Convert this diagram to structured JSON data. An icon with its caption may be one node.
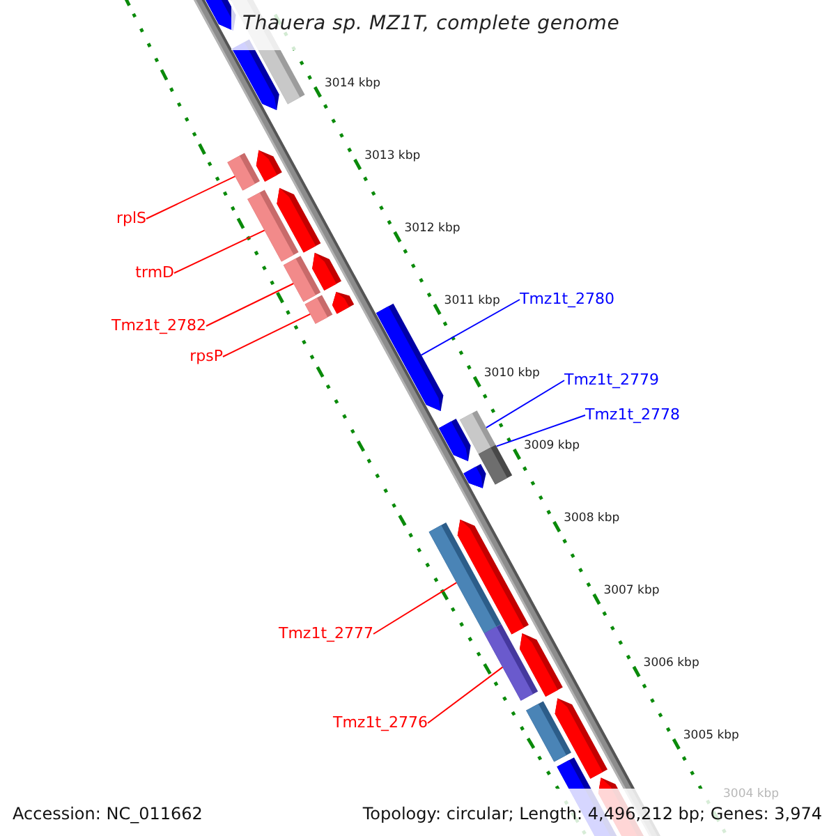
{
  "diagram": {
    "title": "Thauera sp. MZ1T, complete genome",
    "nodes": [
      {
        "text": [
          "rplS"
        ]
      },
      {
        "text": [
          "trmD"
        ]
      },
      {
        "text": [
          "Tmz1t_2780"
        ]
      },
      {
        "text": [
          "Tmz1t_2782"
        ]
      },
      {
        "text": [
          "rpsP"
        ]
      },
      {
        "text": [
          "Tmz1t_2779"
        ]
      },
      {
        "text": [
          "Tmz1t_2778"
        ]
      },
      {
        "text": [
          "Tmz1t_2777"
        ]
      },
      {
        "text": [
          "Tmz1t_2776"
        ]
      },
      {
        "text": [],
        "shape": "bar"
      },
      {
        "text": [],
        "shape": "bar"
      },
      {
        "text": [],
        "shape": "bar"
      },
      {
        "text": [],
        "shape": "bar"
      },
      {
        "text": [],
        "shape": "arrow"
      },
      {
        "text": [],
        "shape": "bar"
      },
      {
        "text": [],
        "shape": "bar"
      },
      {
        "text": [],
        "shape": "bar"
      },
      {
        "text": [],
        "shape": "bar"
      }
    ],
    "edges": [
      {
        "from": 0,
        "to": 9,
        "arrow": "none"
      },
      {
        "from": 1,
        "to": 10,
        "arrow": "none"
      },
      {
        "from": 2,
        "to": 13,
        "arrow": "none",
        "color": "#0000ff"
      },
      {
        "from": 3,
        "to": 11,
        "arrow": "none"
      },
      {
        "from": 4,
        "to": 12,
        "arrow": "none"
      },
      {
        "from": 5,
        "to": 14,
        "arrow": "none",
        "color": "#0000ff"
      },
      {
        "from": 6,
        "to": 15,
        "arrow": "none",
        "color": "#0000ff"
      },
      {
        "from": 7,
        "to": 16,
        "arrow": "none"
      },
      {
        "from": 8,
        "to": 17,
        "arrow": "none"
      }
    ],
    "labels": [
      "3014 kbp",
      "3013 kbp",
      "3012 kbp",
      "3011 kbp",
      "3010 kbp",
      "3009 kbp",
      "3008 kbp",
      "3007 kbp",
      "3006 kbp",
      "3005 kbp",
      "3004 kbp",
      "Accession: NC_011662",
      "Topology: circular; Length: 4,496,212 bp; Genes: 3,974"
    ]
  }
}
